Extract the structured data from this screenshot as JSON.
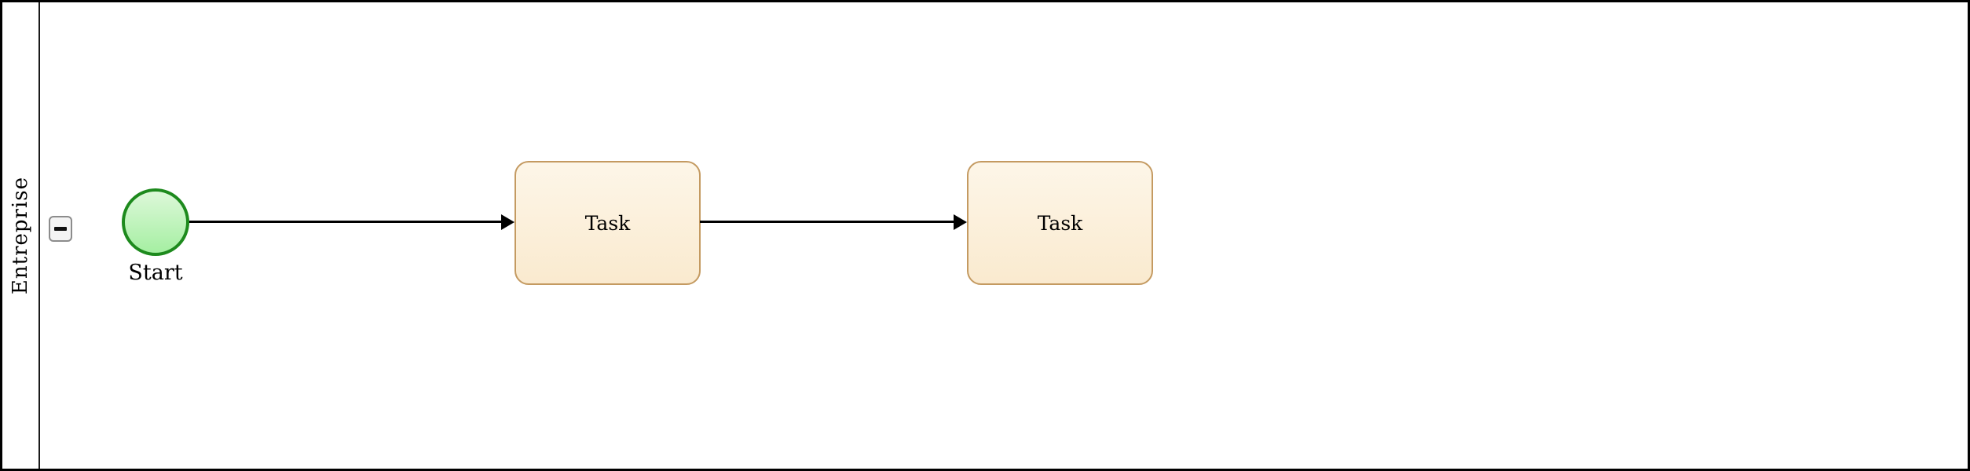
{
  "pool": {
    "lane_label": "Entreprise",
    "collapse_icon": "minus"
  },
  "nodes": {
    "start_event": {
      "type": "start-event",
      "shape": "circle",
      "label": "Start"
    },
    "tasks": [
      {
        "type": "task",
        "label": "Task"
      },
      {
        "type": "task",
        "label": "Task"
      }
    ]
  },
  "edges": [
    {
      "from": "start_event",
      "to": "task-1",
      "style": "solid-arrow"
    },
    {
      "from": "task-1",
      "to": "task-2",
      "style": "solid-arrow"
    }
  ],
  "colors": {
    "pool_border": "#000000",
    "start_border": "#1d8a1d",
    "start_fill_top": "#ddf8d9",
    "start_fill_bottom": "#a5efa2",
    "task_border": "#c49a61",
    "task_fill_top": "#fdf6e8",
    "task_fill_bottom": "#faeacf",
    "edge_color": "#000000"
  }
}
